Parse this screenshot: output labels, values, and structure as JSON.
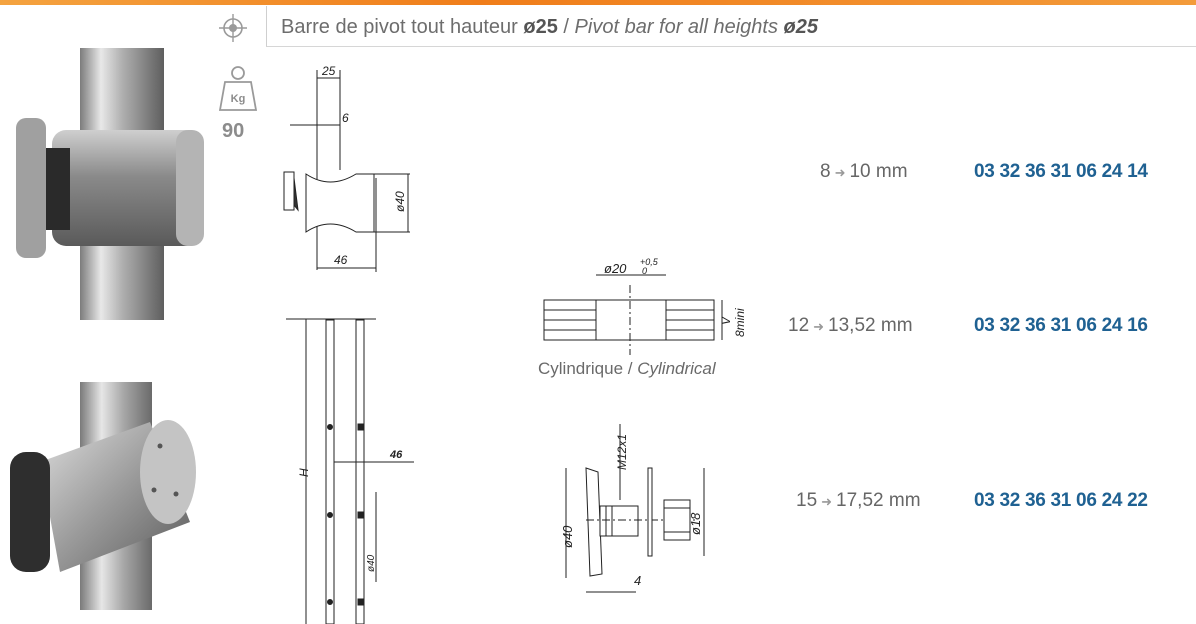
{
  "header": {
    "title_fr": "Barre de pivot tout hauteur",
    "title_fr_dim": "ø25",
    "separator": "/",
    "title_en": "Pivot bar for all heights",
    "title_en_dim": "ø25"
  },
  "icons": {
    "position": "target-icon",
    "weight": "weight-icon",
    "weight_unit": "Kg"
  },
  "weight_value": "90",
  "drawing_labels": {
    "top": {
      "d25": "25",
      "d6": "6",
      "d40": "ø40",
      "d46": "46"
    },
    "bar": {
      "height": "H",
      "d46": "46",
      "d40": "ø40"
    },
    "washer": {
      "bore": "ø20",
      "tol_plus": "+0,5",
      "tol_zero": "0",
      "v": "V",
      "min": "8mini"
    },
    "fixing": {
      "thread": "M12x1",
      "d40": "ø40",
      "d18": "ø18",
      "d4": "4"
    }
  },
  "caption": {
    "fr": "Cylindrique",
    "separator": "/",
    "en": "Cylindrical"
  },
  "rows": [
    {
      "range_from": "8",
      "range_to": "10 mm",
      "reference": "03 32 36 31 06 24 14"
    },
    {
      "range_from": "12",
      "range_to": "13,52 mm",
      "reference": "03 32 36 31 06 24 16"
    },
    {
      "range_from": "15",
      "range_to": "17,52 mm",
      "reference": "03 32 36 31 06 24 22"
    }
  ],
  "colors": {
    "accent": "#f07d1a",
    "reference": "#1f6192"
  }
}
